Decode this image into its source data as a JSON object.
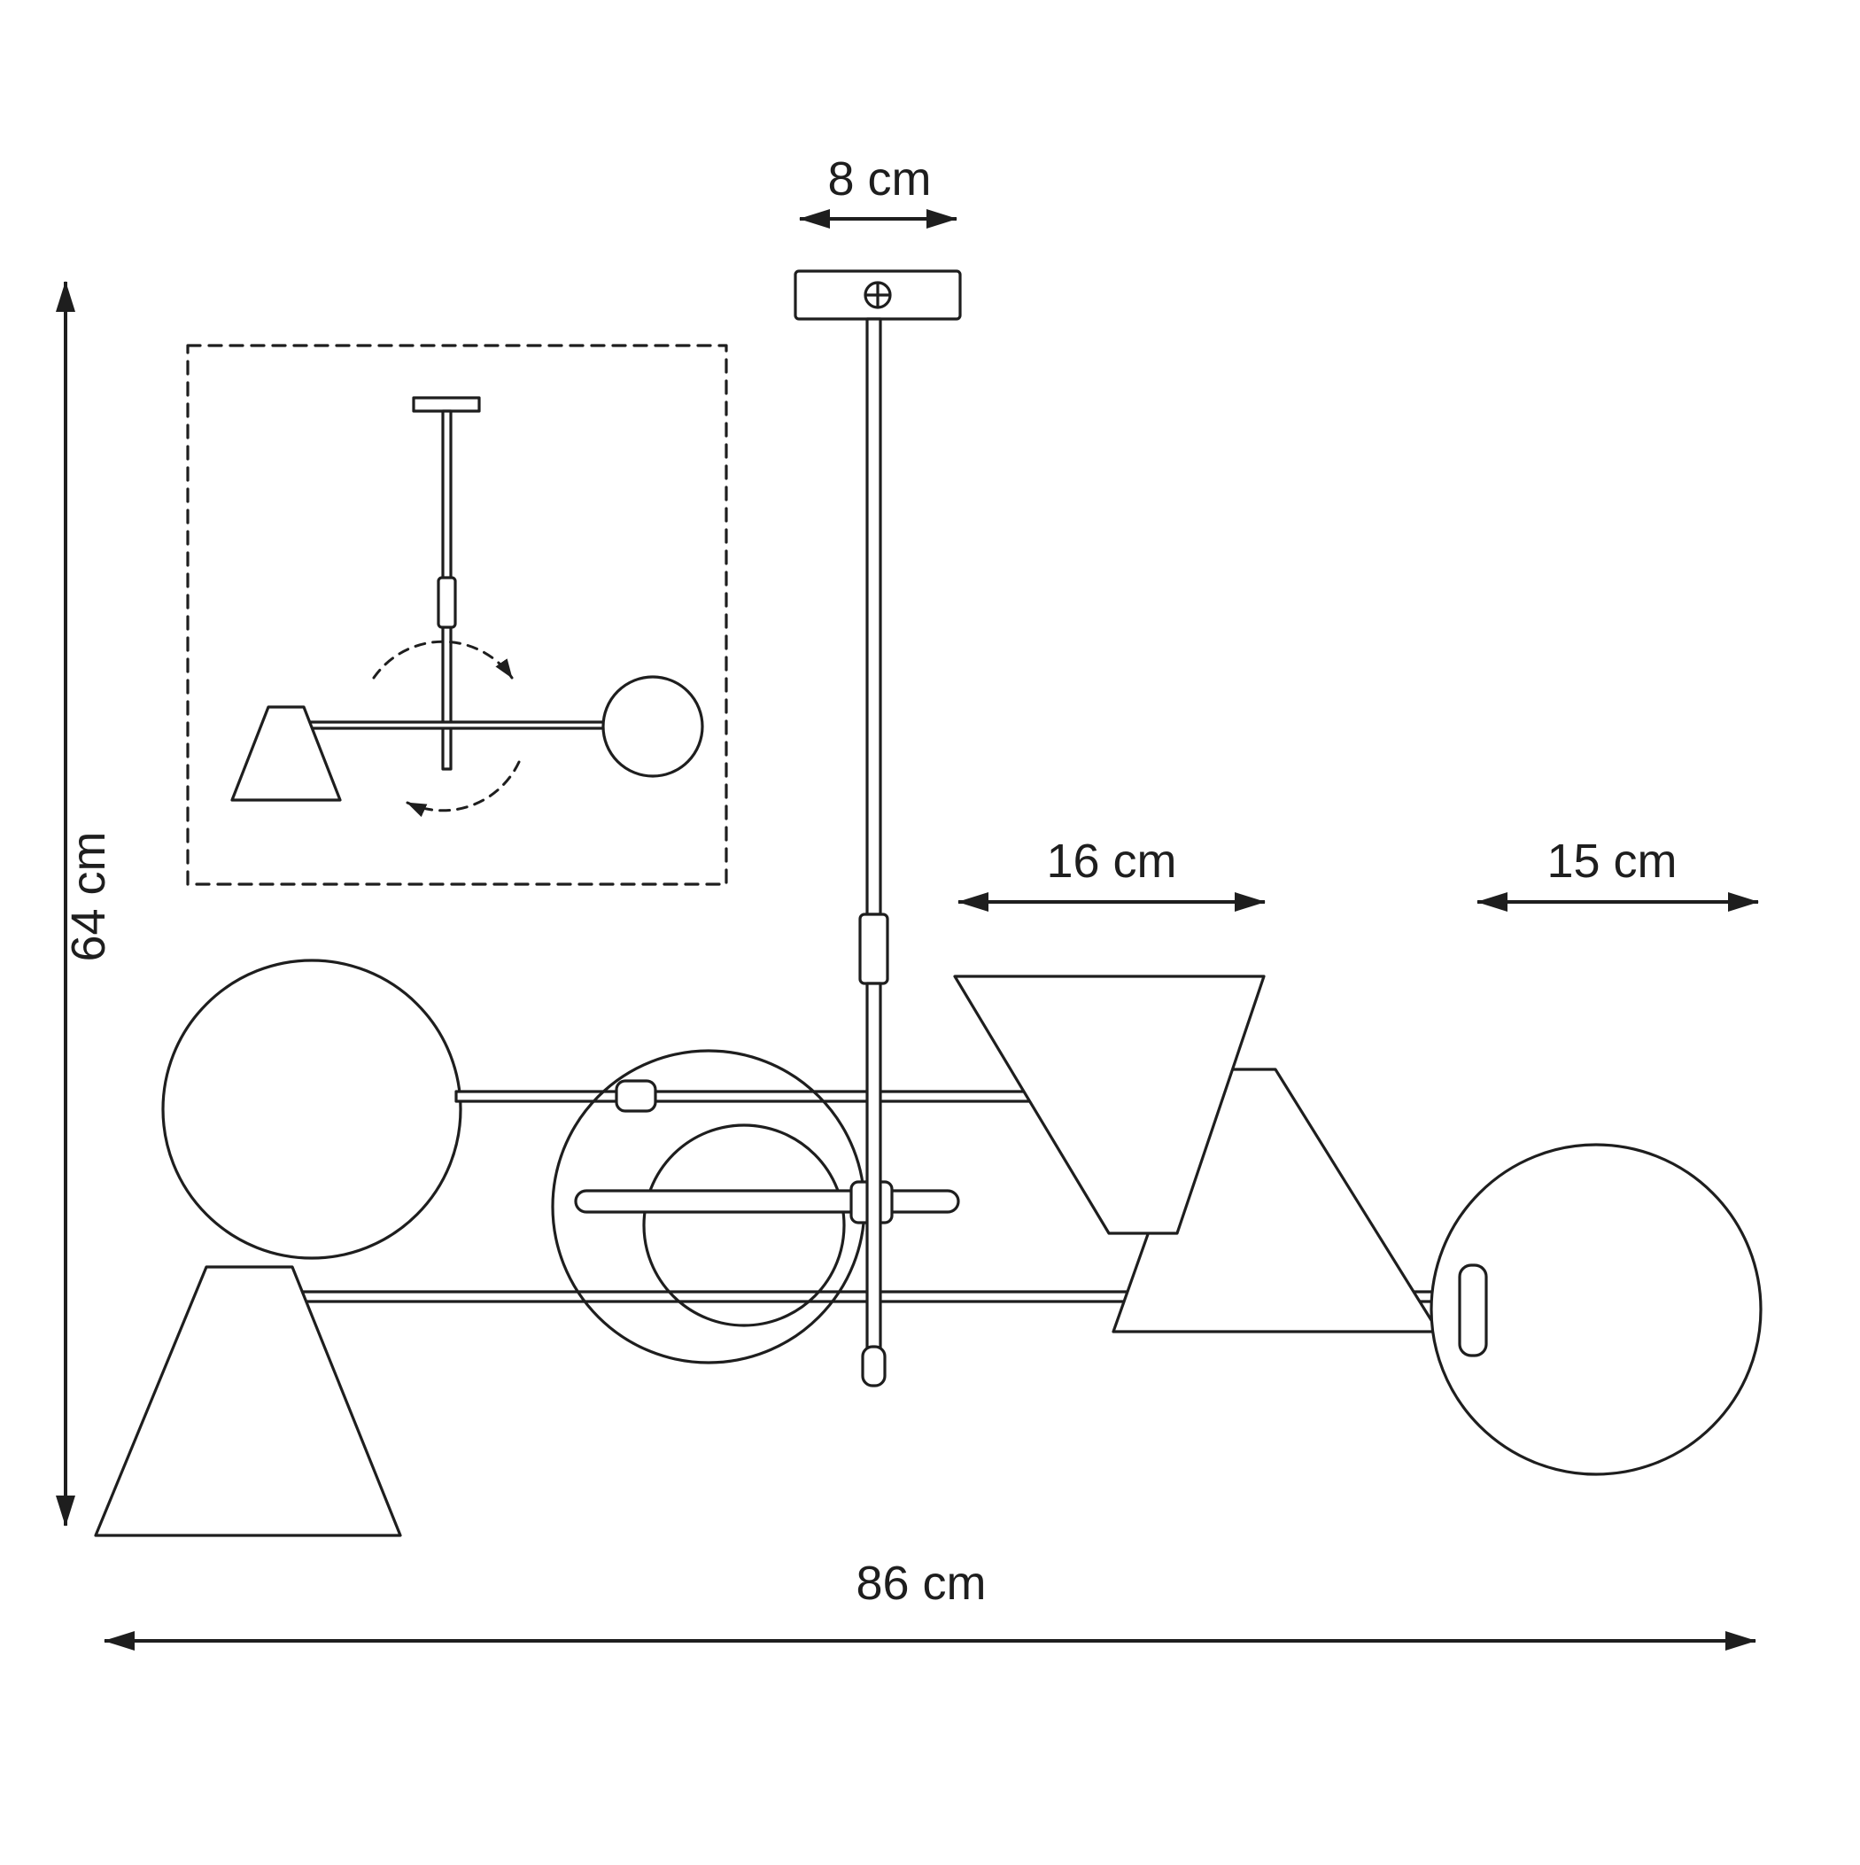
{
  "diagram": {
    "type": "product-dimension-drawing",
    "subject": "pendant-lamp-with-rotating-arms",
    "dimensions": {
      "canopy_width": "8 cm",
      "height": "64 cm",
      "cone_width": "16 cm",
      "sphere_width": "15 cm",
      "total_width": "86 cm"
    },
    "colors": {
      "line": "#1e1e1e",
      "background": "#ffffff"
    }
  }
}
